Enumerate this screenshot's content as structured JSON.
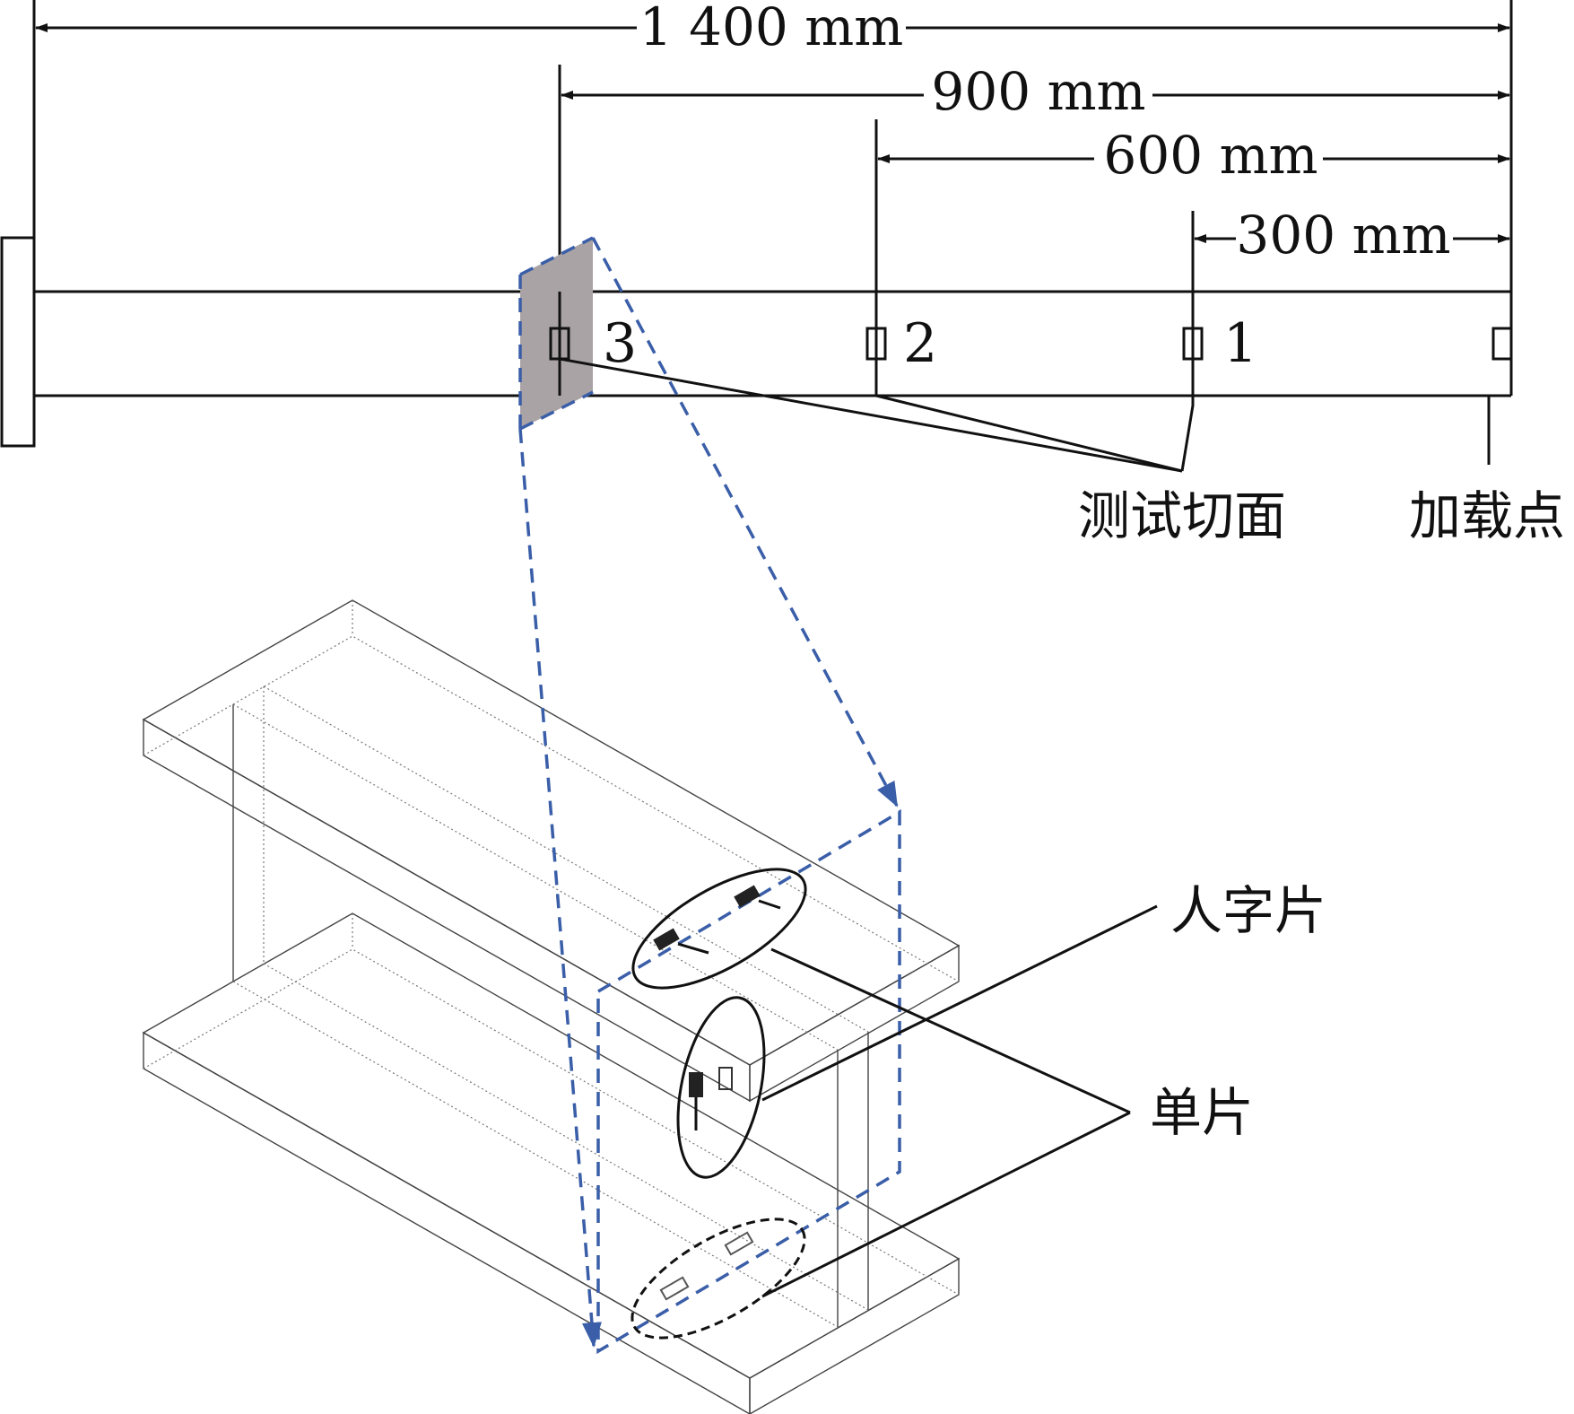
{
  "dimensions": {
    "total": "1 400 mm",
    "d900": "900 mm",
    "d600": "600 mm",
    "d300": "300 mm"
  },
  "sections": [
    "3",
    "2",
    "1"
  ],
  "labels": {
    "test_section": "测试切面",
    "loading_point": "加载点",
    "rosette_gauge": "人字片",
    "single_gauge": "单片"
  },
  "colors": {
    "line": "#111111",
    "projection": "#3a5ea8",
    "section_fill": "#a9a3a6"
  }
}
